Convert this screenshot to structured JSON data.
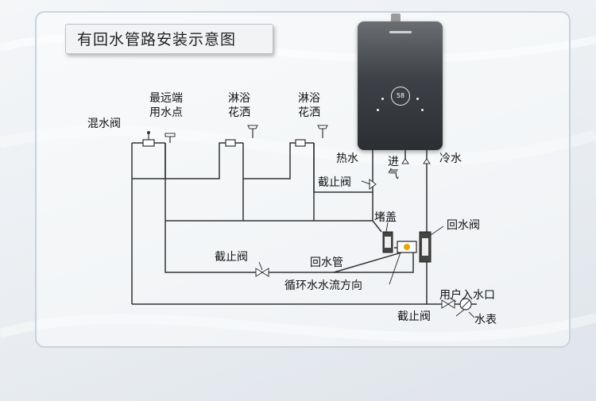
{
  "title": "有回水管路安装示意图",
  "heater": {
    "display": "58"
  },
  "labels": {
    "far_end_line1": "最远端",
    "far_end_line2": "用水点",
    "mixing_valve": "混水阀",
    "shower1_line1": "淋浴",
    "shower1_line2": "花洒",
    "shower2_line1": "淋浴",
    "shower2_line2": "花洒",
    "hot_water": "热水",
    "gas_inlet": "进气",
    "cold_water": "冷水",
    "stop_valve_top": "截止阀",
    "plug_cap": "堵盖",
    "return_valve": "回水阀",
    "stop_valve_left": "截止阀",
    "return_pipe": "回水管",
    "flow_direction": "循环水水流方向",
    "user_inlet": "用户入水口",
    "stop_valve_bottom": "截止阀",
    "water_meter": "水表"
  },
  "colors": {
    "pipe": "#333333",
    "text": "#111111",
    "panel_border": "#c9d3dd"
  }
}
